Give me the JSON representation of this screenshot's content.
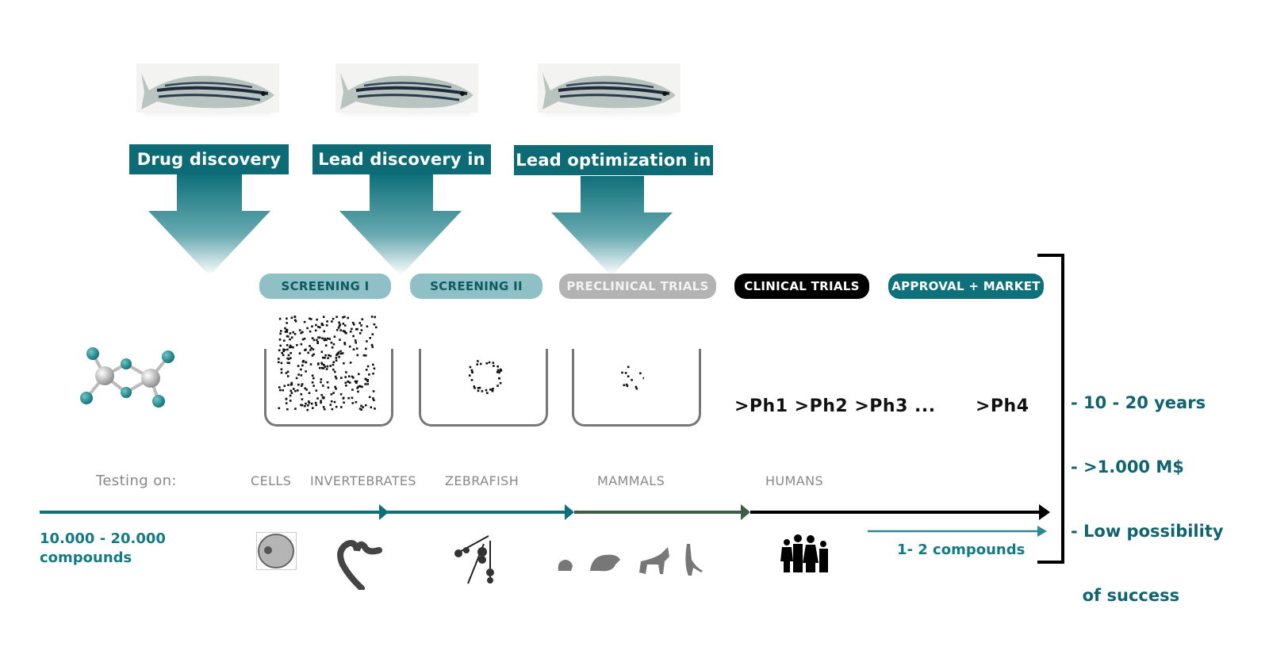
{
  "stages": [
    {
      "label": "Drug discovery",
      "image": "zebrafish-photo"
    },
    {
      "label": "Lead discovery in ZF",
      "image": "zebrafish-photo"
    },
    {
      "label": "Lead optimization in ZF",
      "image": "zebrafish-photo"
    }
  ],
  "phases": [
    {
      "label": "SCREENING I",
      "bg": "#8ec0c6",
      "fg": "#0e5a63"
    },
    {
      "label": "SCREENING II",
      "bg": "#8ec0c6",
      "fg": "#0e5a63"
    },
    {
      "label": "PRECLINICAL TRIALS",
      "bg": "#b3b3b3",
      "fg": "#f2f2f2"
    },
    {
      "label": "CLINICAL TRIALS",
      "bg": "#000000",
      "fg": "#ffffff"
    },
    {
      "label": "APPROVAL + MARKET",
      "bg": "#0e707a",
      "fg": "#ffffff"
    }
  ],
  "clinical_phases": ">Ph1 >Ph2 >Ph3 ...",
  "market_phase": ">Ph4",
  "testing": {
    "label": "Testing on:",
    "subjects": [
      "CELLS",
      "INVERTEBRATES",
      "ZEBRAFISH",
      "MAMMALS",
      "HUMANS"
    ]
  },
  "start_compounds": {
    "line1": "10.000 - 20.000",
    "line2": "compounds"
  },
  "end_compounds": "1- 2 compounds",
  "summary": [
    "- 10 - 20 years",
    "- >1.000 M$",
    "- Low possibility",
    "  of success"
  ],
  "colors": {
    "teal": "#0e707a",
    "green": "#3e5d45",
    "black": "#000000"
  }
}
